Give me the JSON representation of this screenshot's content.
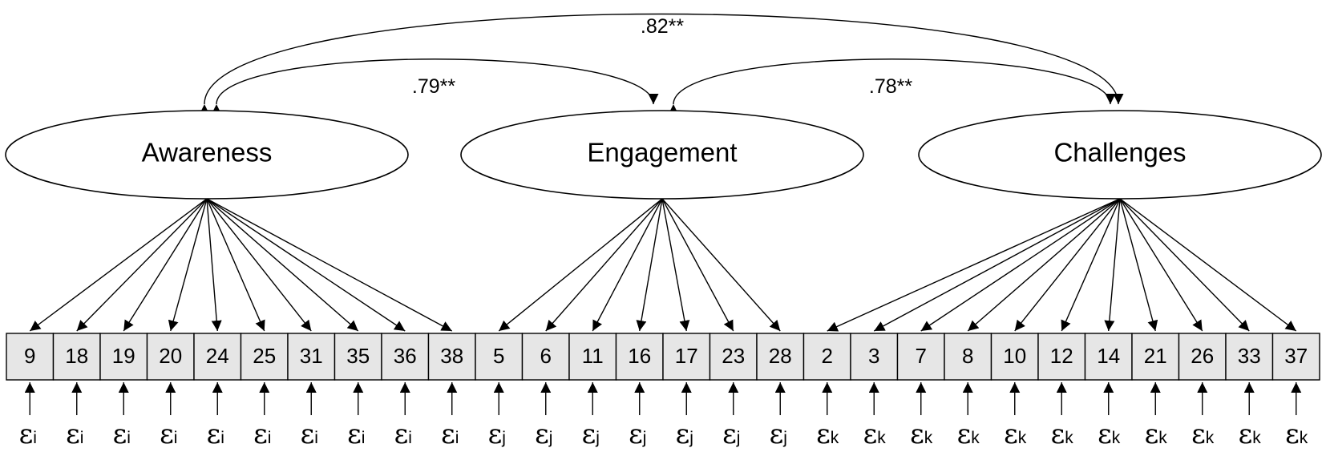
{
  "factors": [
    {
      "id": "awareness",
      "label": "Awareness"
    },
    {
      "id": "engagement",
      "label": "Engagement"
    },
    {
      "id": "challenges",
      "label": "Challenges"
    }
  ],
  "covariances": [
    {
      "from": "awareness",
      "to": "challenges",
      "label": ".82**"
    },
    {
      "from": "awareness",
      "to": "engagement",
      "label": ".79**"
    },
    {
      "from": "engagement",
      "to": "challenges",
      "label": ".78**"
    }
  ],
  "items": [
    {
      "label": "9",
      "factor": "awareness",
      "error": "i"
    },
    {
      "label": "18",
      "factor": "awareness",
      "error": "i"
    },
    {
      "label": "19",
      "factor": "awareness",
      "error": "i"
    },
    {
      "label": "20",
      "factor": "awareness",
      "error": "i"
    },
    {
      "label": "24",
      "factor": "awareness",
      "error": "i"
    },
    {
      "label": "25",
      "factor": "awareness",
      "error": "i"
    },
    {
      "label": "31",
      "factor": "awareness",
      "error": "i"
    },
    {
      "label": "35",
      "factor": "awareness",
      "error": "i"
    },
    {
      "label": "36",
      "factor": "awareness",
      "error": "i"
    },
    {
      "label": "38",
      "factor": "awareness",
      "error": "i"
    },
    {
      "label": "5",
      "factor": "engagement",
      "error": "j"
    },
    {
      "label": "6",
      "factor": "engagement",
      "error": "j"
    },
    {
      "label": "11",
      "factor": "engagement",
      "error": "j"
    },
    {
      "label": "16",
      "factor": "engagement",
      "error": "j"
    },
    {
      "label": "17",
      "factor": "engagement",
      "error": "j"
    },
    {
      "label": "23",
      "factor": "engagement",
      "error": "j"
    },
    {
      "label": "28",
      "factor": "engagement",
      "error": "j"
    },
    {
      "label": "2",
      "factor": "challenges",
      "error": "k"
    },
    {
      "label": "3",
      "factor": "challenges",
      "error": "k"
    },
    {
      "label": "7",
      "factor": "challenges",
      "error": "k"
    },
    {
      "label": "8",
      "factor": "challenges",
      "error": "k"
    },
    {
      "label": "10",
      "factor": "challenges",
      "error": "k"
    },
    {
      "label": "12",
      "factor": "challenges",
      "error": "k"
    },
    {
      "label": "14",
      "factor": "challenges",
      "error": "k"
    },
    {
      "label": "21",
      "factor": "challenges",
      "error": "k"
    },
    {
      "label": "26",
      "factor": "challenges",
      "error": "k"
    },
    {
      "label": "33",
      "factor": "challenges",
      "error": "k"
    },
    {
      "label": "37",
      "factor": "challenges",
      "error": "k"
    }
  ],
  "error_symbol": "ε",
  "colors": {
    "item_fill": "#e6e6e6",
    "stroke": "#000000"
  }
}
